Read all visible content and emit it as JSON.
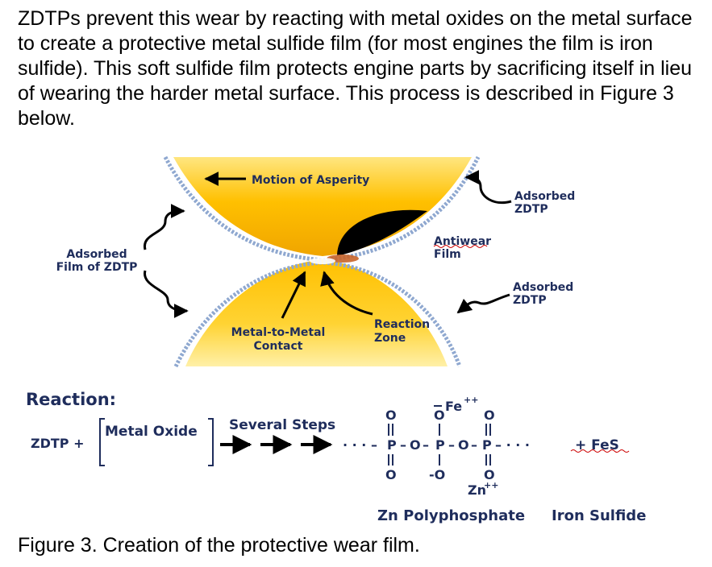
{
  "paragraph": "ZDTPs prevent this wear by reacting with metal oxides on the metal surface to create a protective metal sulfide film (for most engines the film is iron sulfide). This soft sulfide film protects engine parts by sacrificing itself in lieu of wearing the harder metal surface. This process is described in Figure 3 below.",
  "figure": {
    "motion_label": "Motion of Asperity",
    "adsorbed_left_line1": "Adsorbed",
    "adsorbed_left_line2": "Film of ZDTP",
    "adsorbed_top_line1": "Adsorbed",
    "adsorbed_top_line2": "ZDTP",
    "antiwear_line1": "Antiwear",
    "antiwear_line2": "Film",
    "adsorbed_right_line1": "Adsorbed",
    "adsorbed_right_line2": "ZDTP",
    "reaction_zone_line1": "Reaction",
    "reaction_zone_line2": "Zone",
    "contact_line1": "Metal-to-Metal",
    "contact_line2": "Contact",
    "reaction_heading": "Reaction:",
    "zdtp_plus": "ZDTP +",
    "metal_oxide": "Metal Oxide",
    "several_steps": "Several Steps",
    "plus_fes": "+ FeS",
    "fe_ion": "Fe",
    "charge_pp": "++",
    "zn_ion": "Zn",
    "oxy": "O",
    "minus_oxy": "-O",
    "zn_polyphosphate": "Zn Polyphosphate",
    "iron_sulfide": "Iron Sulfide",
    "colors": {
      "gold": "#ffc000",
      "label_navy": "#1f2d5c",
      "chain_blue": "#8fa8d0"
    }
  },
  "caption": "Figure 3. Creation of the protective wear film."
}
